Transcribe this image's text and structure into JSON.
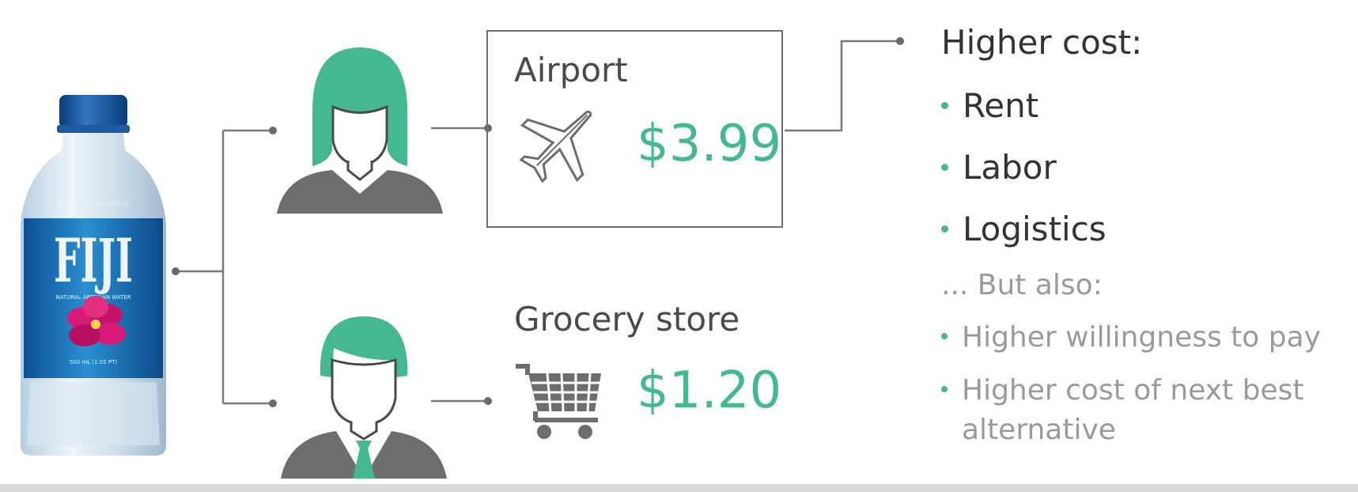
{
  "bottle": {
    "brand": "FIJI",
    "tagline": "From the islands of",
    "subtitle": "NATURAL ARTESIAN WATER",
    "volume": "500 mL (1.05 PT)"
  },
  "airport": {
    "label": "Airport",
    "price": "$3.99",
    "icon": "airplane-icon"
  },
  "grocery": {
    "label": "Grocery store",
    "price": "$1.20",
    "icon": "shopping-cart-icon"
  },
  "right_panel": {
    "title": "Higher cost:",
    "items": [
      "Rent",
      "Labor",
      "Logistics"
    ],
    "also_label": "... But also:",
    "also_items": [
      "Higher willingness to pay",
      "Higher cost of next best",
      "alternative"
    ]
  },
  "colors": {
    "accent": "#45b890",
    "dark_gray": "#6d6d6d",
    "text": "#333333",
    "muted": "#9a9a9a"
  }
}
